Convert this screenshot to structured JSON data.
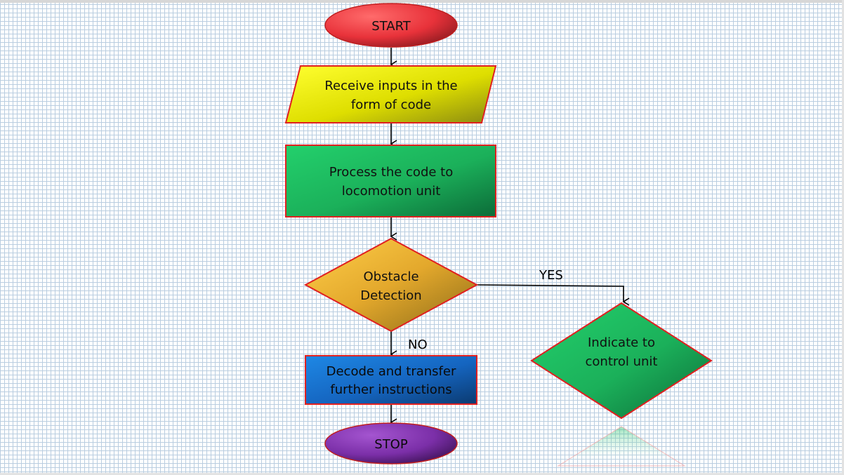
{
  "flowchart": {
    "start": {
      "label": "START"
    },
    "receive": {
      "line1": "Receive inputs in the",
      "line2": "form of code"
    },
    "process": {
      "line1": "Process the code to",
      "line2": "locomotion unit"
    },
    "obstacle": {
      "line1": "Obstacle",
      "line2": "Detection"
    },
    "decode": {
      "line1": "Decode and transfer",
      "line2": "further instructions"
    },
    "indicate": {
      "line1": "Indicate to",
      "line2": "control unit"
    },
    "stop": {
      "label": "STOP"
    },
    "edges": {
      "yes": "YES",
      "no": "NO"
    }
  },
  "colors": {
    "start": "#e8323a",
    "receive": "#e6e600",
    "process": "#1fb860",
    "obstacle": "#e0a92e",
    "decode": "#1565c0",
    "indicate": "#1fb860",
    "stop": "#7b2fa8",
    "border": "#e02020"
  }
}
